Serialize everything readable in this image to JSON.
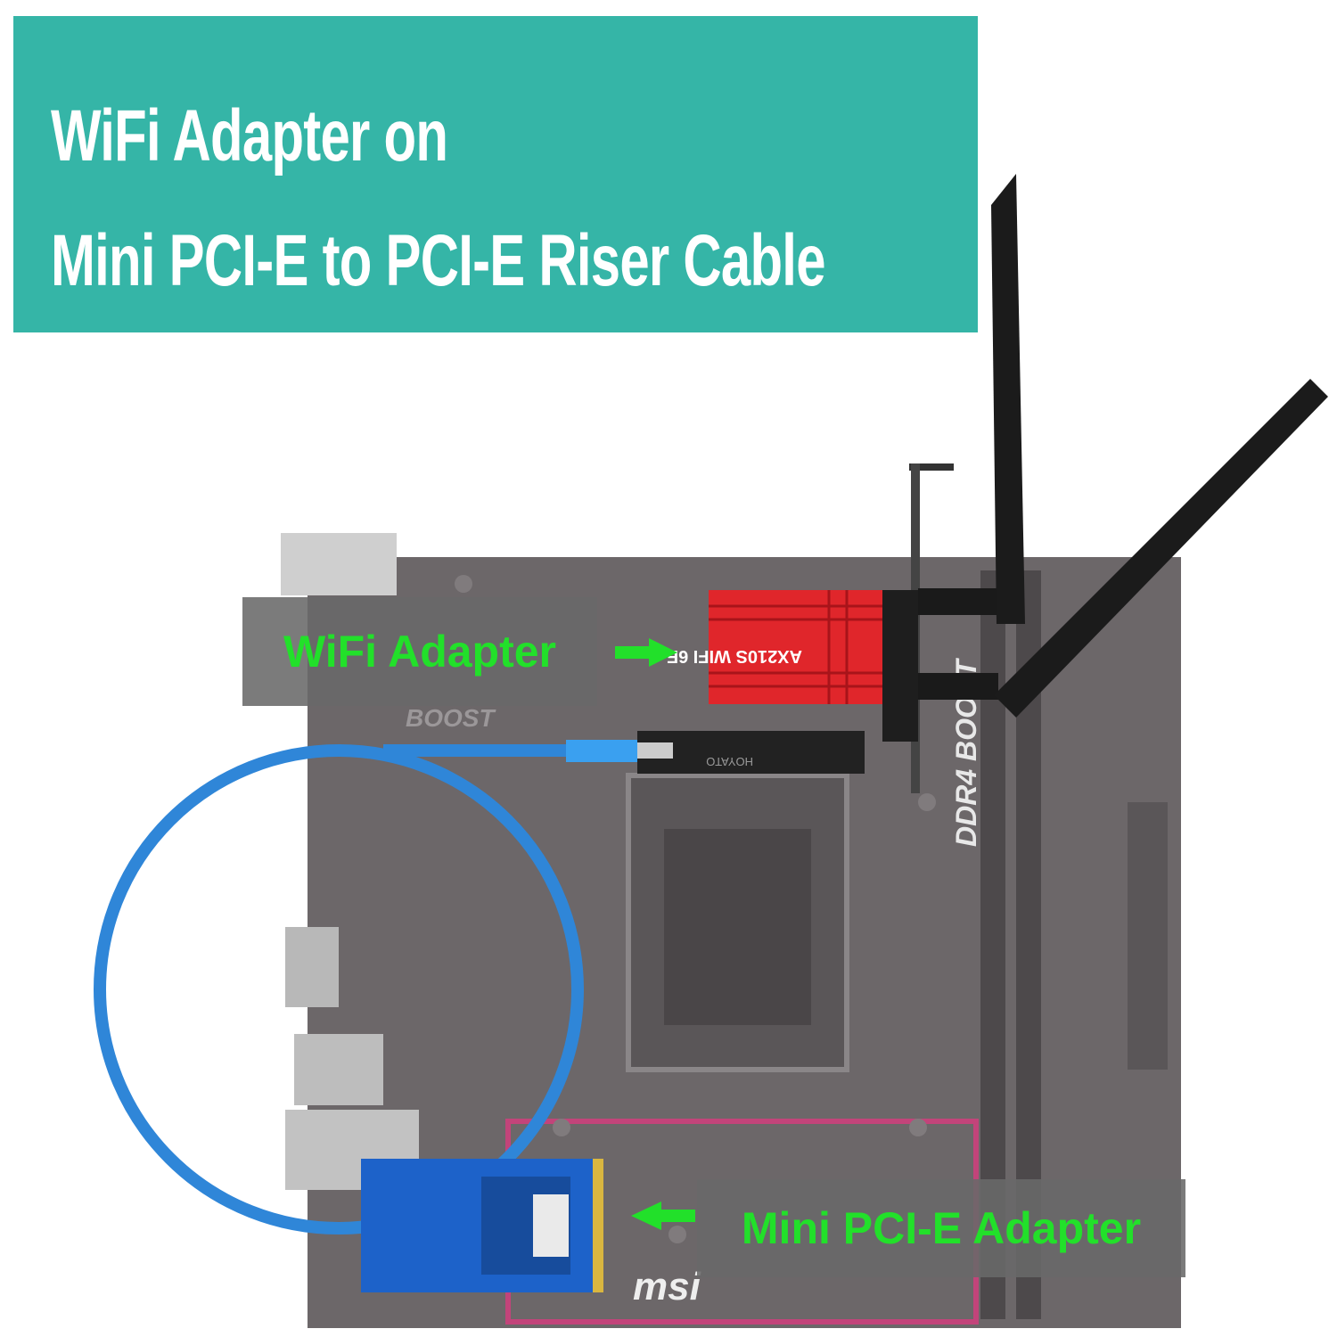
{
  "header": {
    "title_line1": "WiFi Adapter on",
    "title_line2": "Mini PCI-E to PCI-E Riser Cable",
    "background_color": "#35b5a7"
  },
  "callouts": {
    "wifi_adapter": "WiFi Adapter",
    "mini_pcie_adapter": "Mini PCI-E Adapter",
    "text_color": "#22e02a"
  },
  "photo_lettering": {
    "heatsink": "AX210S WIFI 6E",
    "board_boost": "BOOST",
    "board_ddr4": "DDR4 BOOST",
    "board_brand": "msi",
    "riser_brand": "HOYATO"
  },
  "colors": {
    "cable": "#2f86d8",
    "heatsink": "#e0262b",
    "board": "#6c6769"
  }
}
